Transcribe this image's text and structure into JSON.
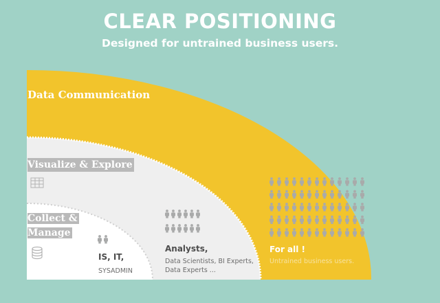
{
  "header": {
    "title": "CLEAR POSITIONING",
    "subtitle": "Designed for untrained business users."
  },
  "zones": {
    "outer": {
      "label": "Data Communication",
      "color": "#f2c42c"
    },
    "middle": {
      "label": "Visualize & Explore",
      "color": "#efefef",
      "icon": "table-grid-icon"
    },
    "inner": {
      "label_line1": "Collect &",
      "label_line2": "Manage",
      "color": "#ffffff",
      "icon": "database-icon"
    }
  },
  "audiences": {
    "it": {
      "title": "IS, IT,",
      "desc": "SYSADMIN",
      "people_count": 2
    },
    "analysts": {
      "title": "Analysts,",
      "desc": "Data Scientists, BI Experts, Data Experts ...",
      "people_count": 12
    },
    "all": {
      "title": "For all !",
      "desc": "Untrained business users.",
      "people_count": 65
    }
  },
  "colors": {
    "background": "#a0d2c6",
    "accent": "#f2c42c",
    "label_bar": "#b9b9b9",
    "person": "#a9aaaa"
  }
}
